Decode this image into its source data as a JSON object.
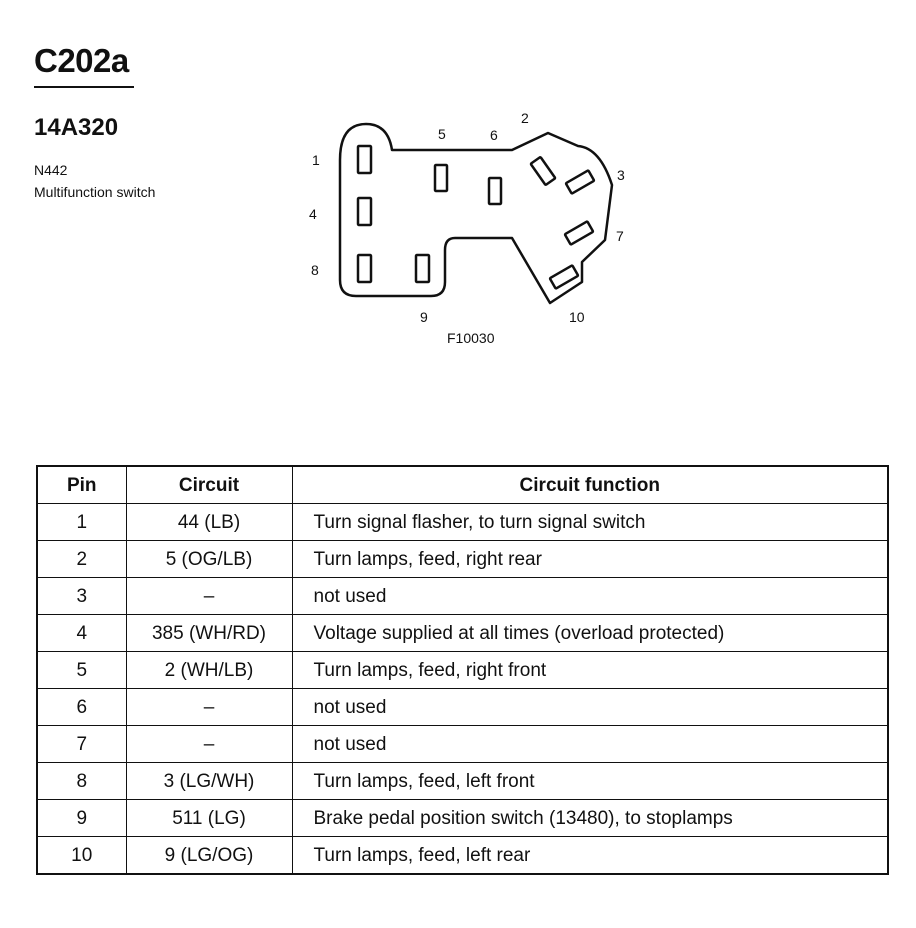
{
  "header": {
    "connector_id": "C202a",
    "part_number": "14A320",
    "component_code": "N442",
    "component_name": "Multifunction switch"
  },
  "diagram": {
    "figure_id": "F10030",
    "pin_labels": [
      "1",
      "2",
      "3",
      "4",
      "5",
      "6",
      "7",
      "8",
      "9",
      "10"
    ]
  },
  "table": {
    "headers": [
      "Pin",
      "Circuit",
      "Circuit function"
    ],
    "rows": [
      {
        "pin": "1",
        "circuit": "44 (LB)",
        "function": "Turn signal flasher, to turn signal switch"
      },
      {
        "pin": "2",
        "circuit": "5 (OG/LB)",
        "function": "Turn lamps, feed, right rear"
      },
      {
        "pin": "3",
        "circuit": "–",
        "function": "not used"
      },
      {
        "pin": "4",
        "circuit": "385 (WH/RD)",
        "function": "Voltage supplied at all times (overload protected)"
      },
      {
        "pin": "5",
        "circuit": "2 (WH/LB)",
        "function": "Turn lamps, feed, right front"
      },
      {
        "pin": "6",
        "circuit": "–",
        "function": "not used"
      },
      {
        "pin": "7",
        "circuit": "–",
        "function": "not used"
      },
      {
        "pin": "8",
        "circuit": "3 (LG/WH)",
        "function": "Turn lamps, feed, left front"
      },
      {
        "pin": "9",
        "circuit": "511 (LG)",
        "function": "Brake pedal position switch (13480), to stoplamps"
      },
      {
        "pin": "10",
        "circuit": "9 (LG/OG)",
        "function": "Turn lamps, feed, left rear"
      }
    ]
  }
}
